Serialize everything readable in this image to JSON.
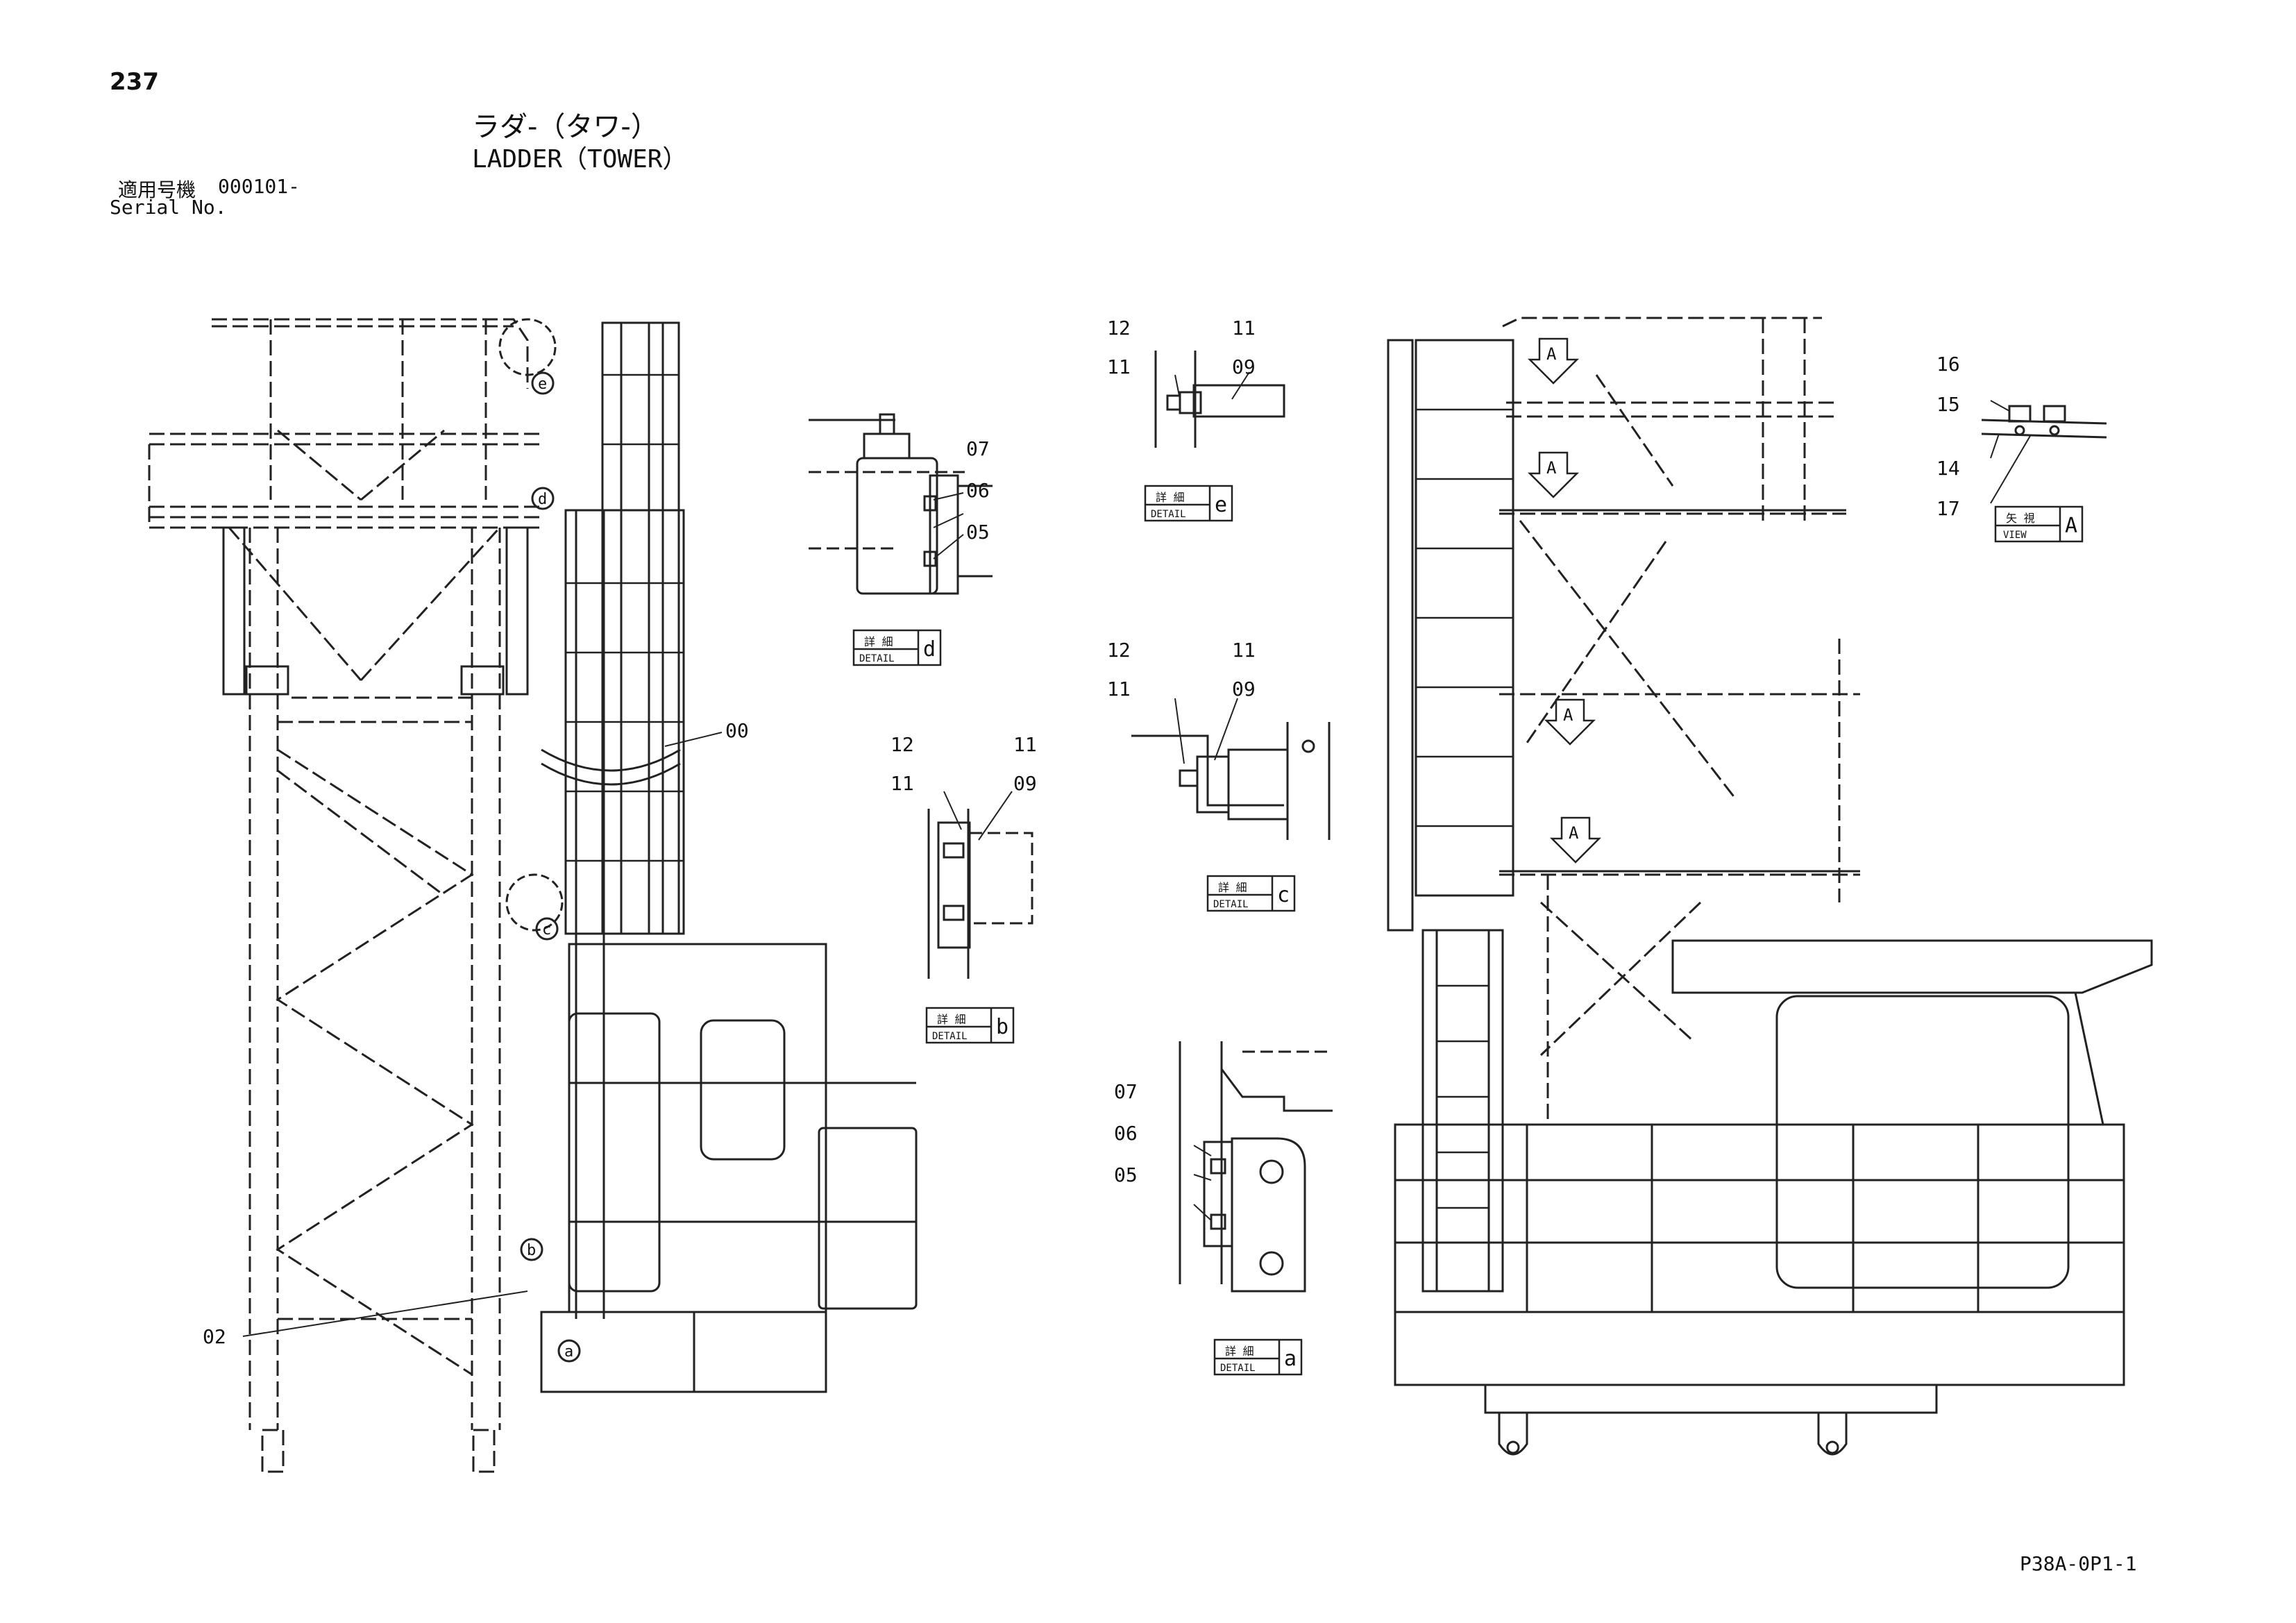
{
  "page_number": "237",
  "title": {
    "jp": "ラダ-（タワ-）",
    "en": "LADDER（TOWER）"
  },
  "serial": {
    "label_jp": "適用号機",
    "label_en": "Serial No.",
    "value": "000101-"
  },
  "drawing_code": "P38A-0P1-1",
  "part_numbers": {
    "p00": "00",
    "p02": "02",
    "p05": "05",
    "p06": "06",
    "p07": "07",
    "p09": "09",
    "p11": "11",
    "p12": "12",
    "p14": "14",
    "p15": "15",
    "p16": "16",
    "p17": "17"
  },
  "detail_label": {
    "jp": "詳 細",
    "en": "DETAIL"
  },
  "view_label": {
    "jp": "矢 視",
    "en": "VIEW"
  },
  "detail_letters": {
    "a": "a",
    "b": "b",
    "c": "c",
    "d": "d",
    "e": "e"
  },
  "view_letter": "A"
}
